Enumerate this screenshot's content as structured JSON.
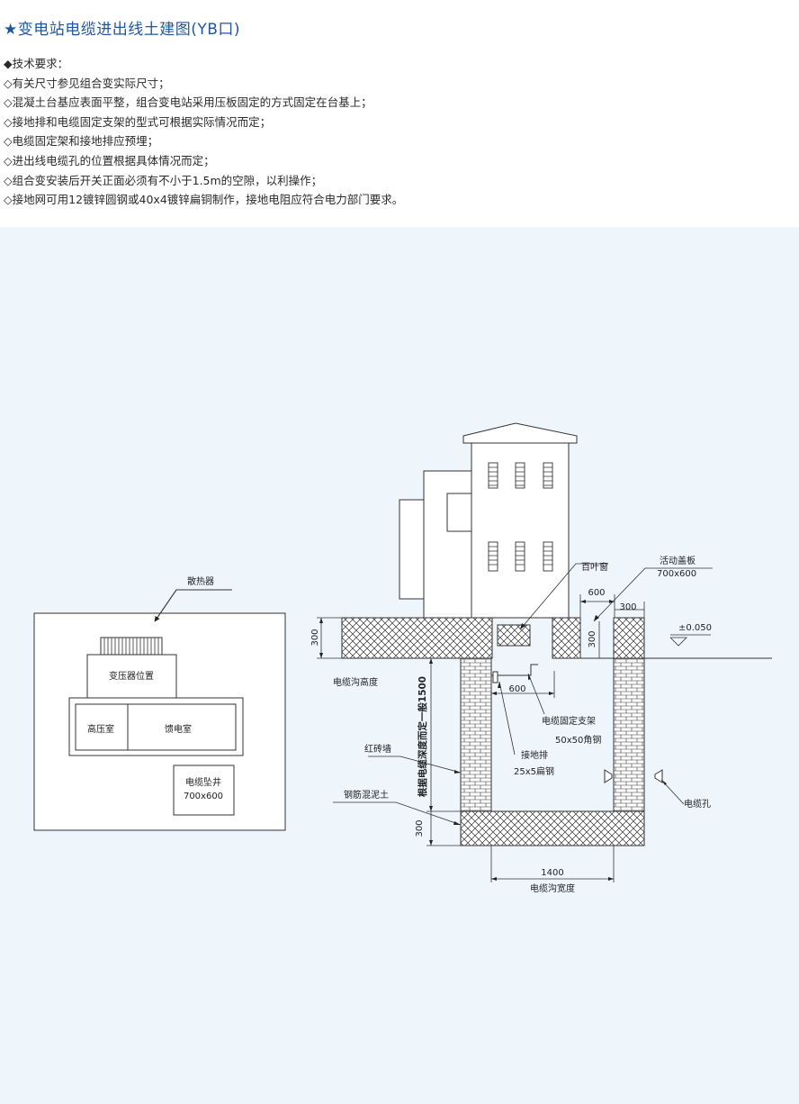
{
  "title": "★变电站电缆进出线土建图(YB口)",
  "requirements": {
    "heading": "◆技术要求：",
    "items": [
      "◇有关尺寸参见组合变实际尺寸；",
      "◇混凝土台基应表面平整，组合变电站采用压板固定的方式固定在台基上；",
      "◇接地排和电缆固定支架的型式可根据实际情况而定；",
      "◇电缆固定架和接地排应预埋；",
      "◇进出线电缆孔的位置根据具体情况而定；",
      "◇组合变安装后开关正面必须有不小于1.5m的空隙，以利操作；",
      "◇接地网可用12镀锌圆钢或40x4镀锌扁铜制作，接地电阻应符合电力部门要求。"
    ]
  },
  "plan_view": {
    "radiator_label": "散热器",
    "transformer_label": "变压器位置",
    "hv_room": "高压室",
    "feeder_room": "馈电室",
    "cable_pit": "电缆坠井",
    "cable_pit_size": "700x600"
  },
  "section_view": {
    "louver": "百叶窗",
    "movable_cover": "活动盖板",
    "movable_cover_size": "700x600",
    "dim_600_top": "600",
    "dim_300_top": "300",
    "dim_300_left": "300",
    "dim_300_cover": "300",
    "level": "±0.050",
    "trench_height_label": "电缆沟高度",
    "dim_600_mid": "600",
    "cable_bracket": "电缆固定支架",
    "angle_steel": "50x50角钢",
    "ground_bar": "接地排",
    "flat_steel": "25x5扁钢",
    "brick_wall": "红砖墙",
    "depth_note": "根据电缆深度而定一般1500",
    "rc_concrete": "钢筋混泥土",
    "dim_300_bottom": "300",
    "cable_hole": "电缆孔",
    "dim_1400": "1400",
    "trench_width_label": "电缆沟宽度"
  }
}
